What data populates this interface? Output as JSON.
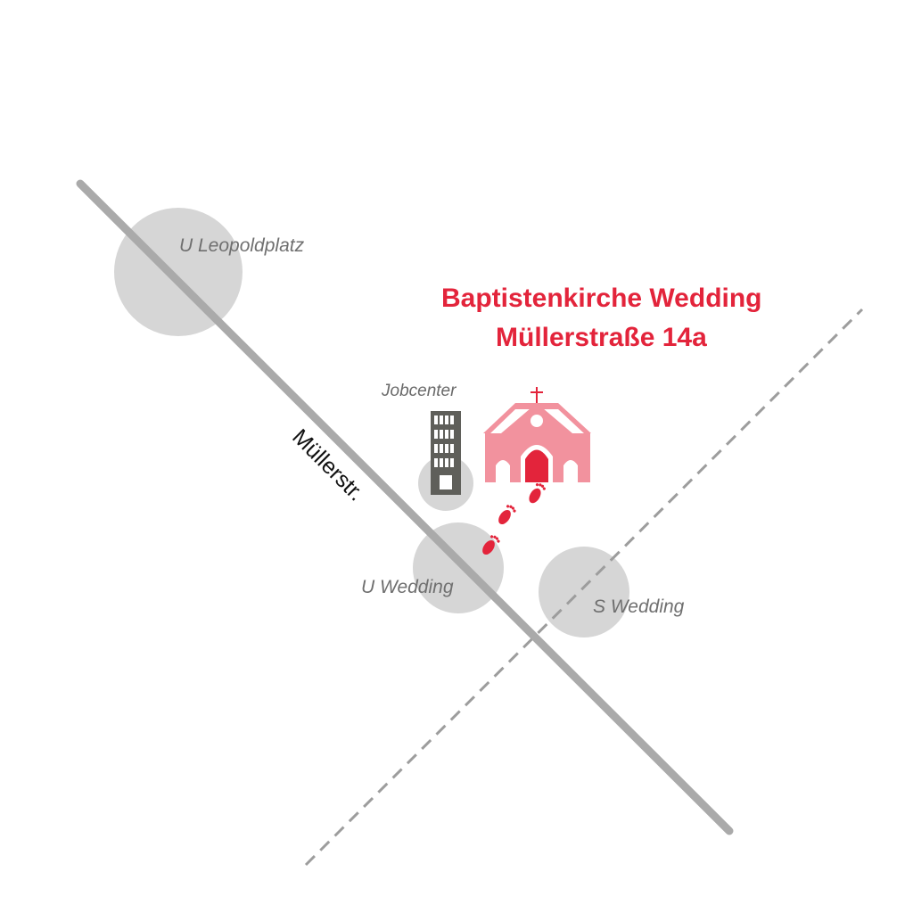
{
  "title": {
    "line1": "Baptistenkirche Wedding",
    "line2": "Müllerstraße 14a"
  },
  "street": {
    "name": "Müllerstr."
  },
  "stations": {
    "leopoldplatz": "U Leopoldplatz",
    "u_wedding": "U Wedding",
    "s_wedding": "S Wedding"
  },
  "poi": {
    "jobcenter": "Jobcenter"
  },
  "icons": {
    "church": "church-icon",
    "building": "office-building-icon",
    "footsteps": "footprint-icon"
  },
  "colors": {
    "accent": "#e3243b",
    "church_light": "#f2929e",
    "road": "#aaaaaa",
    "station_circle": "#d6d6d6",
    "building": "#5f5f5a"
  }
}
